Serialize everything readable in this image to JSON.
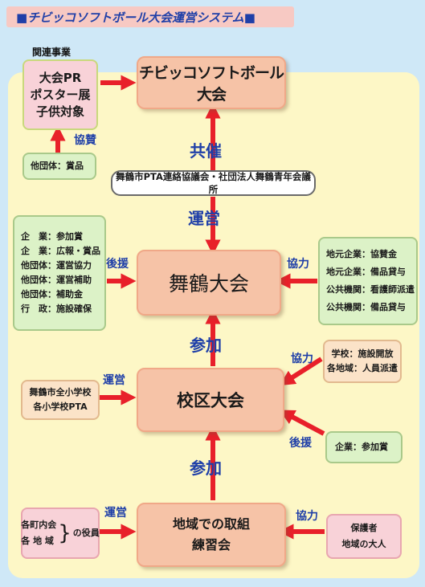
{
  "banner": {
    "title": "■チビッコソフトボール大会運営システム■"
  },
  "top_event": {
    "title": "チビッコソフトボール大会"
  },
  "poster": {
    "header": "関連事業",
    "lines": [
      "大会PR",
      "ポスター展",
      "子供対象"
    ]
  },
  "sponsor_label": "協賛",
  "other_org_prize": "他団体：賞品",
  "host_label": "共催",
  "organizers": "舞鶴市PTA連絡協議会・社団法人舞鶴青年会議所",
  "operation_label": "運営",
  "maizuru": {
    "title": "舞鶴大会",
    "support_label": "後援",
    "support_items": [
      "企　業：参加賞",
      "企　業：広報・賞品",
      "他団体：運営協力",
      "他団体：運営補助",
      "他団体：補助金",
      "行　政：施設確保"
    ],
    "coop_label": "協力",
    "coop_items": [
      "地元企業：協賛金",
      "地元企業：備品貸与",
      "公共機関：看護師派遣",
      "公共機関：備品貸与"
    ]
  },
  "participation_label_1": "参加",
  "school": {
    "title": "校区大会",
    "ops_label": "運営",
    "ops_items": [
      "舞鶴市全小学校",
      "各小学校PTA"
    ],
    "coop_label": "協力",
    "coop_items": [
      "学校：施設開放",
      "各地域：人員派遣"
    ],
    "support_label": "後援",
    "support_item": "企業：参加賞"
  },
  "participation_label_2": "参加",
  "community": {
    "lines": [
      "地域での取組",
      "練習会"
    ],
    "ops_label": "運営",
    "ops_left": [
      "各町内会",
      "各 地 域"
    ],
    "ops_suffix": "の役員",
    "coop_label": "協力",
    "coop_items": [
      "保護者",
      "地域の大人"
    ]
  },
  "colors": {
    "arrow": "#e8202a",
    "label_blue": "#1f3fa8",
    "main_box": "#f6c3a7",
    "panel": "#fdf7c6"
  }
}
